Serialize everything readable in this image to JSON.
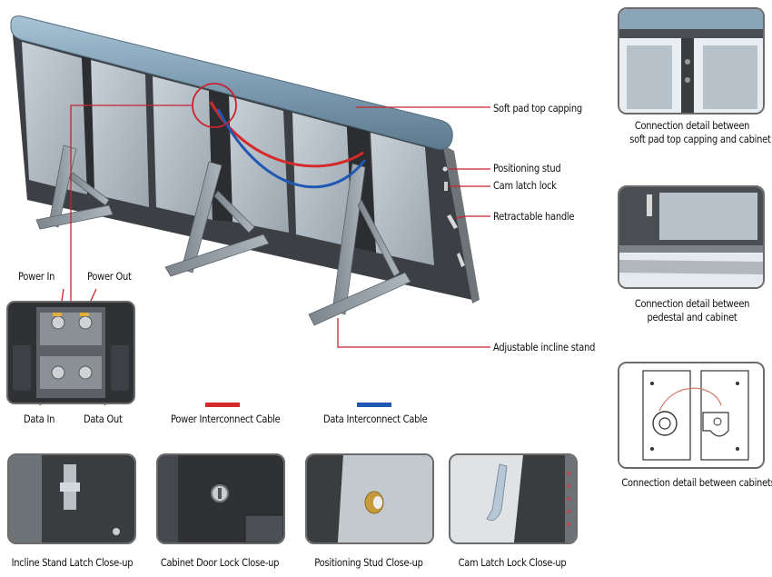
{
  "callouts": {
    "soft_pad": "Soft pad top capping",
    "positioning_stud": "Positioning stud",
    "cam_latch": "Cam latch lock",
    "retractable_handle": "Retractable handle",
    "adjustable_stand": "Adjustable incline stand"
  },
  "connectors": {
    "power_in": "Power In",
    "power_out": "Power Out",
    "data_in": "Data In",
    "data_out": "Data Out"
  },
  "legend": {
    "power_cable": "Power Interconnect Cable",
    "data_cable": "Data Interconnect Cable",
    "power_color": "#d42a2a",
    "data_color": "#1f57b3"
  },
  "details": {
    "top_line1": "Connection detail between",
    "top_line2": "soft pad top capping and cabinet",
    "pedestal_line1": "Connection detail between",
    "pedestal_line2": "pedestal and cabinet",
    "cabinets": "Connection detail between cabinets"
  },
  "closeups": {
    "incline": "Incline Stand Latch Close-up",
    "door_lock": "Cabinet Door Lock Close-up",
    "stud": "Positioning Stud Close-up",
    "cam": "Cam Latch Lock Close-up"
  }
}
